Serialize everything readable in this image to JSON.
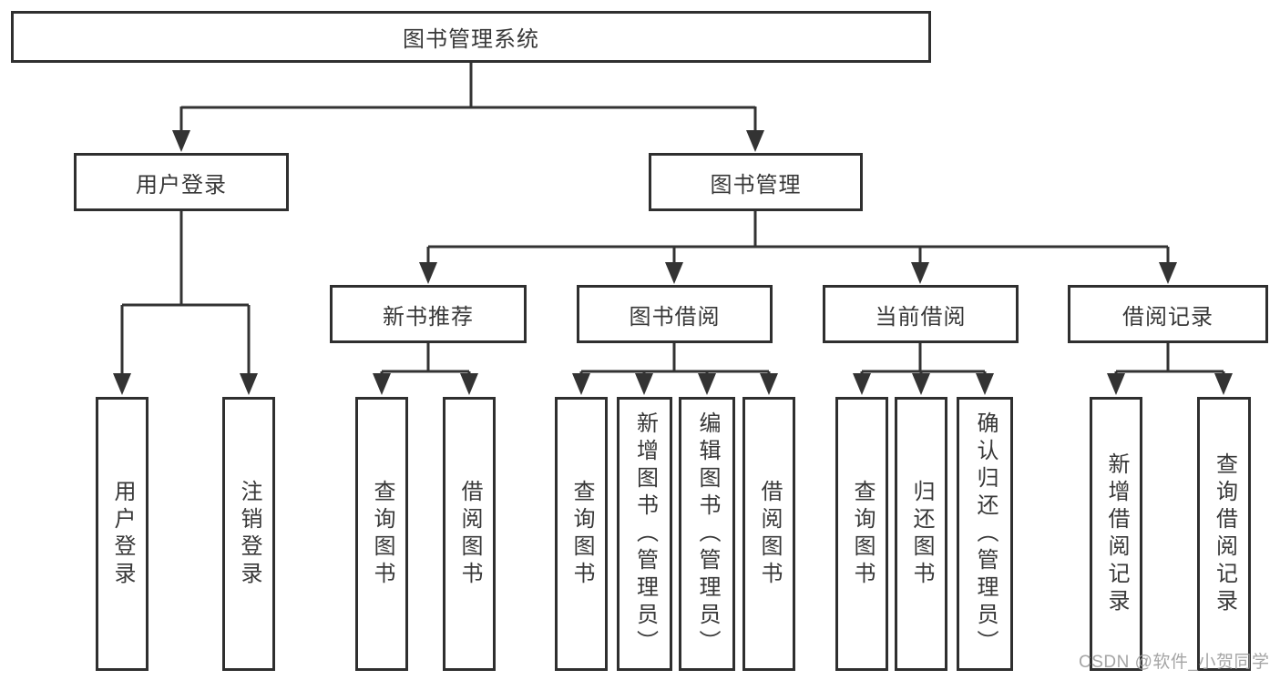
{
  "diagram": {
    "root": {
      "label": "图书管理系统"
    },
    "level1": [
      {
        "label": "用户登录",
        "children": [
          {
            "label": "用户登录"
          },
          {
            "label": "注销登录"
          }
        ]
      },
      {
        "label": "图书管理",
        "children": [
          {
            "label": "新书推荐",
            "children": [
              {
                "label": "查询图书"
              },
              {
                "label": "借阅图书"
              }
            ]
          },
          {
            "label": "图书借阅",
            "children": [
              {
                "label": "查询图书"
              },
              {
                "label": "新增图书（管理员）"
              },
              {
                "label": "编辑图书（管理员）"
              },
              {
                "label": "借阅图书"
              }
            ]
          },
          {
            "label": "当前借阅",
            "children": [
              {
                "label": "查询图书"
              },
              {
                "label": "归还图书"
              },
              {
                "label": "确认归还（管理员）"
              }
            ]
          },
          {
            "label": "借阅记录",
            "children": [
              {
                "label": "新增借阅记录"
              },
              {
                "label": "查询借阅记录"
              }
            ]
          }
        ]
      }
    ]
  },
  "watermark": {
    "text": "CSDN @软件_小贺同学"
  },
  "colors": {
    "line": "#333333",
    "box_border": "#2f2f2f",
    "text": "#383838",
    "background": "#ffffff",
    "watermark": "#989898"
  }
}
